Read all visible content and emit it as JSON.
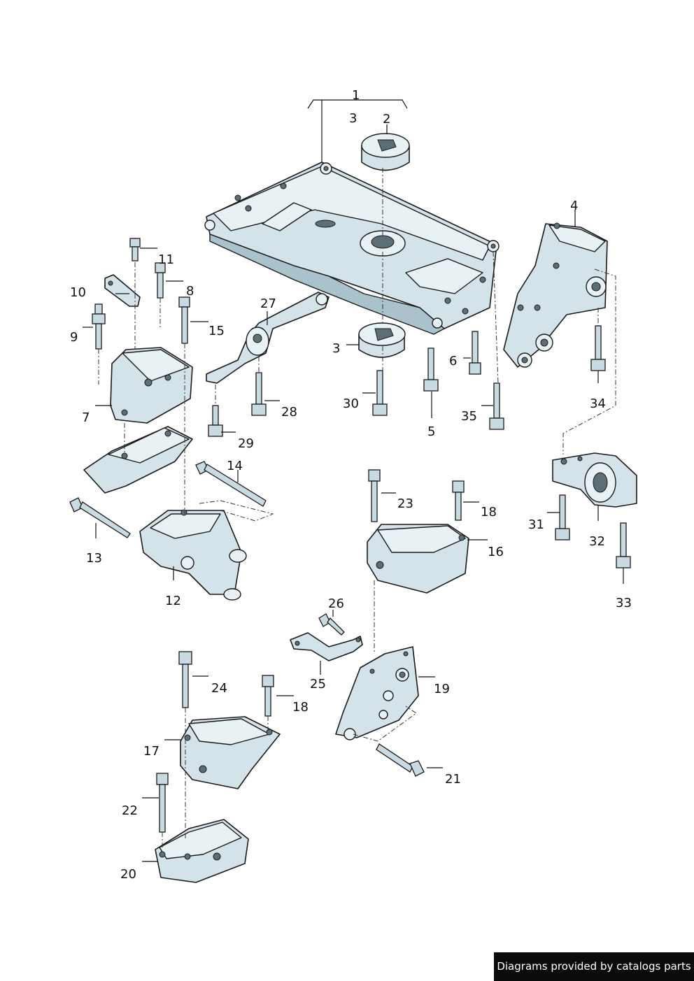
{
  "callouts": {
    "c1": "1",
    "c2": "2",
    "c3a": "3",
    "c3b": "3",
    "c4": "4",
    "c5": "5",
    "c6": "6",
    "c7": "7",
    "c8": "8",
    "c9": "9",
    "c10": "10",
    "c11": "11",
    "c12": "12",
    "c13": "13",
    "c14": "14",
    "c15": "15",
    "c16": "16",
    "c17": "17",
    "c18a": "18",
    "c18b": "18",
    "c19": "19",
    "c20": "20",
    "c21": "21",
    "c22": "22",
    "c23": "23",
    "c24": "24",
    "c25": "25",
    "c26": "26",
    "c27": "27",
    "c28": "28",
    "c29": "29",
    "c30": "30",
    "c31": "31",
    "c32": "32",
    "c33": "33",
    "c34": "34",
    "c35": "35"
  },
  "footer": {
    "credit": "Diagrams provided by catalogs parts"
  },
  "colors": {
    "part_fill": "#d4e3e9",
    "outline": "#1a1a1a",
    "credit_bg": "#0b0b0b"
  }
}
